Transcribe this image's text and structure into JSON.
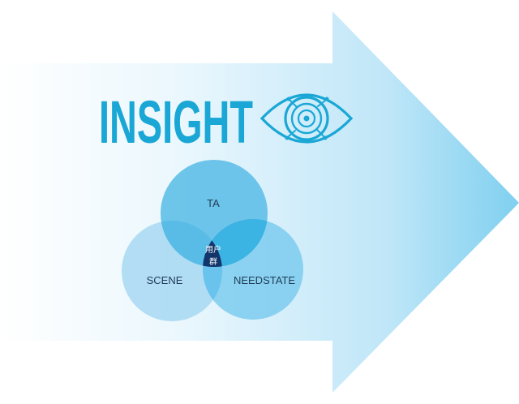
{
  "title": "INSIGHT",
  "icon": "eye-icon",
  "venn": {
    "top": "TA",
    "left": "SCENE",
    "right": "NEEDSTATE",
    "center_line1": "用户",
    "center_line2": "群"
  },
  "colors": {
    "arrow_dark": "#7fd0ef",
    "arrow_light": "#eaf7fd",
    "title": "#1aa7d6",
    "circle_top": "#5fbfe8",
    "circle_left": "#a7d8f2",
    "circle_right": "#7ccbef",
    "intersection_pair": "#2eaee0",
    "center": "#12356b"
  }
}
